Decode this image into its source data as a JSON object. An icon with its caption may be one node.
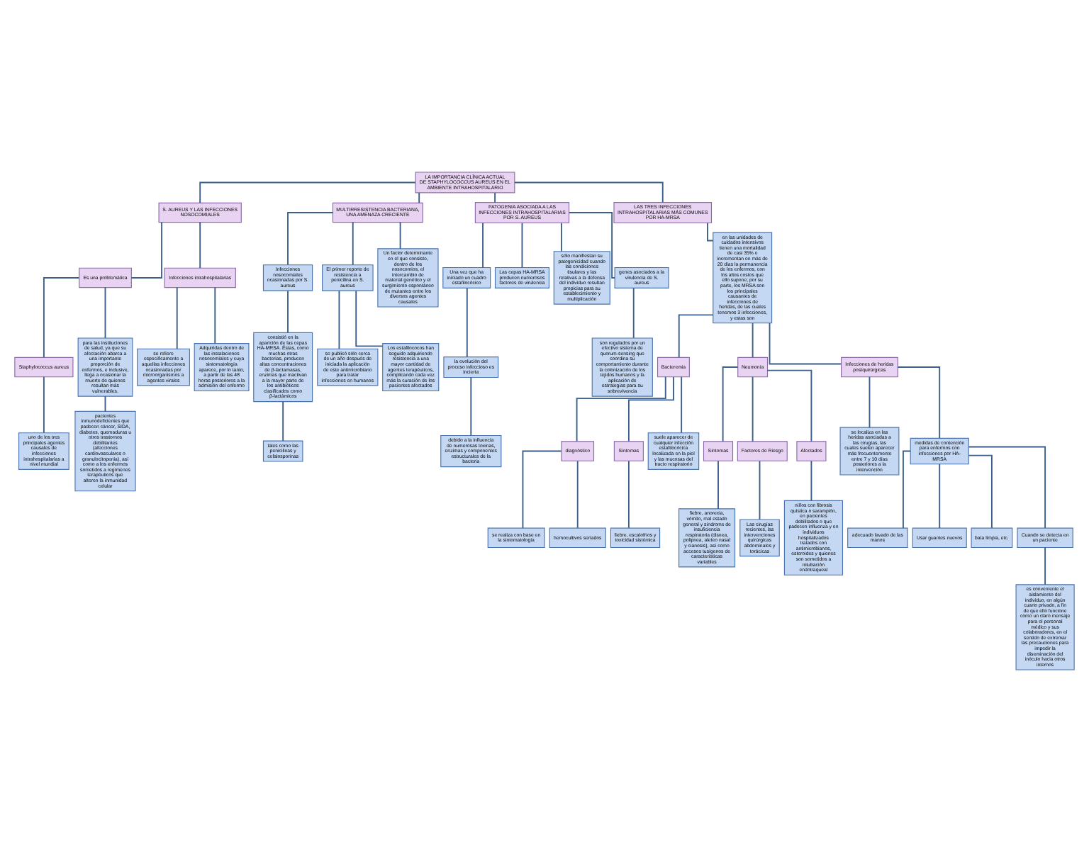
{
  "diagram": {
    "nodes": [
      {
        "text": [
          "LA IMPORTANCIA CLÍNICA ACTUAL DE STAPHYLOCOCCUS AUREUS EN EL AMBIENTE INTRAHOSPITALARIO"
        ]
      },
      {
        "text": [
          "S. AUREUS Y LAS INFECCIONES NOSOCOMIALES"
        ]
      },
      {
        "text": [
          "MULTIRRESISTENCIA BACTERIANA, UNA AMENAZA CRECIENTE"
        ]
      },
      {
        "text": [
          "PATOGENIA ASOCIADA A LAS INFECCIONES INTRAHOSPITALARIAS POR S. AUREUS"
        ]
      },
      {
        "text": [
          "LAS TRES INFECCIONES INTRAHOSPITALARIAS MÁS COMUNES POR HA-MRSA"
        ]
      },
      {
        "text": [
          "Es una problemática"
        ]
      },
      {
        "text": [
          "Infecciones intrahospitalarias"
        ]
      },
      {
        "text": [
          "Staphylococcus aureus"
        ]
      },
      {
        "text": [
          "para las instituciones de salud, ya que su afectación abarca a una importante proporción de enfermos, e inclusive, llega a ocasionar la muerte de quienes resultan más vulnerables."
        ]
      },
      {
        "text": [
          "uno de los tres principales agentes causales de infecciones intrahospitalarias a nivel mundial"
        ]
      },
      {
        "text": [
          "pacientes inmunodeficientes que padecen cáncer, SIDA, diabetes, quemaduras u otros trastornos debilitantes (afecciones cardiovasculares o granulocitopenia), así como a los enfermos sometidos a regímenes terapéuticos que alteren la inmunidad celular"
        ]
      },
      {
        "text": [
          "se refiere específicamente a aquellas infecciones ocasionadas por microorganismos a agentes virales"
        ]
      },
      {
        "text": [
          "Adquiridas dentro de las instalaciones nosocomiales y cuya sintomatología aparece, por lo tanto, a partir de las 48 horas posteriores a la admisión del enfermo"
        ]
      },
      {
        "text": [
          "Infecciones nosocomiales ocasionadas por S. aureus"
        ]
      },
      {
        "text": [
          "consistió en la aparición de las cepas HA-MRSA. Éstas, como muchas otras bacterias, producen altas concentraciones de β-lactamasas, enzimas que inactivan a la mayor parte de los antibióticos clasificados como β-lactámicos"
        ]
      },
      {
        "text": [
          "tales como las penicilinas y cefalosporinas"
        ]
      },
      {
        "text": [
          "El primer reporte de resistencia a penicilina en S. aureus"
        ]
      },
      {
        "text": [
          "se publicó sólo cerca de un año después de iniciada la aplicación de este antimicrobiano para tratar infecciones en humanos"
        ]
      },
      {
        "text": [
          "Los estafilococos han seguido adquiriendo resistencia a una mayor cantidad de agentes terapéuticos, complicando cada vez más la curación de los pacientes afectados"
        ]
      },
      {
        "text": [
          "Un factor determinante en el que consiste, dentro de los nosocomios, el intercambio de material genético y el surgimiento espontáneo de mutantes entre los diversos agentes causales"
        ]
      },
      {
        "text": [
          "Una vez que ha iniciado un cuadro estafilocócico"
        ]
      },
      {
        "text": [
          "la evolución del proceso infeccioso es incierta"
        ]
      },
      {
        "text": [
          "debido a la influencia de numerosas toxinas, enzimas y componentes estructurales de la bacteria"
        ]
      },
      {
        "text": [
          "Las cepas HA-MRSA producen numerosos factores de virulencia"
        ]
      },
      {
        "text": [
          "sólo manifiestan su patogenicidad cuando las condiciones tisulares y las relativas a la defensa del individuo resultan propicias para su establecimiento y multiplicación"
        ]
      },
      {
        "text": [
          "genes asociados a la virulencia de S. aureus"
        ]
      },
      {
        "text": [
          "son regulados por un efectivo sistema de quorum-sensing que coordina su comportamiento durante la colonización de los tejidos humanos y la aplicación de estrategias para su sobrevivencia"
        ]
      },
      {
        "text": [
          "en las unidades de cuidados intensivos tienen una mortalidad de casi 35% e incrementan en más de 20 días la permanencia de los enfermos, con los altos costos que ello supone; por su parte, los MRSA son los principales causantes de infecciones de heridas, de las cuales tenemos 3 infecciones, y estas son"
        ]
      },
      {
        "text": [
          "Bacteremia"
        ]
      },
      {
        "text": [
          "Neumonía"
        ]
      },
      {
        "text": [
          "Infecciones de heridas postquirúrgicas"
        ]
      },
      {
        "text": [
          "diagnóstico"
        ]
      },
      {
        "text": [
          "Síntomas"
        ]
      },
      {
        "text": [
          "suele aparecer de cualquier infección estafilocócica localizada en la piel y las mucosas del tracto respiratorio"
        ]
      },
      {
        "text": [
          "se realiza con base en la sintomatología"
        ]
      },
      {
        "text": [
          "hemocultivos seriados"
        ]
      },
      {
        "text": [
          "fiebre, escalofríos y toxicidad sistémica"
        ]
      },
      {
        "text": [
          "Síntomas"
        ]
      },
      {
        "text": [
          "Factores de Riesgo"
        ]
      },
      {
        "text": [
          "Afectados"
        ]
      },
      {
        "text": [
          "fiebre, anorexia, vómito, mal estado general y síndrome de insuficiencia respiratoria (disnea, polipnea, aleteo nasal y cianosis), así como accesos tusígenos de características variables"
        ]
      },
      {
        "text": [
          "Las cirugías recientes, las intervenciones quirúrgicas abdominales y torácicas"
        ]
      },
      {
        "text": [
          "niños con fibrosis quística o sarampión, en pacientes debilitados o que padecen influenza y en individuos hospitalizados tratados con antimicrobianos, esteroides y quienes son sometidos a intubación endotraqueal"
        ]
      },
      {
        "text": [
          "se localiza en las heridas asociadas a las cirugías, las cuales suelen aparecer más frecuentemente entre 7 y 10 días posteriores a la intervención"
        ]
      },
      {
        "text": [
          "medidas de contención para enfermos con infecciones por HA-MRSA"
        ]
      },
      {
        "text": [
          "adecuado lavado de las manos"
        ]
      },
      {
        "text": [
          "Usar guantes nuevos"
        ]
      },
      {
        "text": [
          "bata limpia, etc."
        ]
      },
      {
        "text": [
          "Cuando se detecta en un paciente"
        ]
      },
      {
        "text": [
          "es conveniente el aislamiento del individuo, en algún cuarto privado, a fin de que ello funcione como un claro mensaje para el personal médico y sus colaboradores, en el sentido de extremar las precauciones para impedir la diseminación del inóculo hacia otros internos"
        ]
      }
    ],
    "edges": [
      {
        "from": 0,
        "to": 1,
        "arrow": "none"
      },
      {
        "from": 0,
        "to": 2,
        "arrow": "none"
      },
      {
        "from": 0,
        "to": 3,
        "arrow": "none"
      },
      {
        "from": 0,
        "to": 4,
        "arrow": "none"
      },
      {
        "from": 1,
        "to": 5,
        "arrow": "none"
      },
      {
        "from": 1,
        "to": 6,
        "arrow": "none"
      },
      {
        "from": 5,
        "to": 7,
        "arrow": "none"
      },
      {
        "from": 5,
        "to": 8,
        "arrow": "none"
      },
      {
        "from": 7,
        "to": 9,
        "arrow": "none"
      },
      {
        "from": 8,
        "to": 10,
        "arrow": "none"
      },
      {
        "from": 6,
        "to": 11,
        "arrow": "none"
      },
      {
        "from": 6,
        "to": 12,
        "arrow": "none"
      },
      {
        "from": 2,
        "to": 13,
        "arrow": "none"
      },
      {
        "from": 2,
        "to": 16,
        "arrow": "none"
      },
      {
        "from": 2,
        "to": 19,
        "arrow": "none"
      },
      {
        "from": 13,
        "to": 14,
        "arrow": "none"
      },
      {
        "from": 14,
        "to": 15,
        "arrow": "none"
      },
      {
        "from": 16,
        "to": 17,
        "arrow": "none"
      },
      {
        "from": 16,
        "to": 18,
        "arrow": "none"
      },
      {
        "from": 3,
        "to": 20,
        "arrow": "none"
      },
      {
        "from": 3,
        "to": 23,
        "arrow": "none"
      },
      {
        "from": 3,
        "to": 24,
        "arrow": "none"
      },
      {
        "from": 3,
        "to": 25,
        "arrow": "none"
      },
      {
        "from": 20,
        "to": 21,
        "arrow": "none"
      },
      {
        "from": 21,
        "to": 22,
        "arrow": "none"
      },
      {
        "from": 25,
        "to": 26,
        "arrow": "none"
      },
      {
        "from": 4,
        "to": 27,
        "arrow": "none"
      },
      {
        "from": 27,
        "to": 28,
        "arrow": "none"
      },
      {
        "from": 27,
        "to": 29,
        "arrow": "none"
      },
      {
        "from": 27,
        "to": 30,
        "arrow": "none"
      },
      {
        "from": 28,
        "to": 31,
        "arrow": "none"
      },
      {
        "from": 28,
        "to": 32,
        "arrow": "none"
      },
      {
        "from": 28,
        "to": 33,
        "arrow": "none"
      },
      {
        "from": 31,
        "to": 34,
        "arrow": "none"
      },
      {
        "from": 31,
        "to": 35,
        "arrow": "none"
      },
      {
        "from": 32,
        "to": 36,
        "arrow": "none"
      },
      {
        "from": 29,
        "to": 37,
        "arrow": "none"
      },
      {
        "from": 29,
        "to": 38,
        "arrow": "none"
      },
      {
        "from": 29,
        "to": 39,
        "arrow": "none"
      },
      {
        "from": 37,
        "to": 40,
        "arrow": "none"
      },
      {
        "from": 38,
        "to": 41,
        "arrow": "none"
      },
      {
        "from": 39,
        "to": 42,
        "arrow": "none"
      },
      {
        "from": 30,
        "to": 43,
        "arrow": "none"
      },
      {
        "from": 30,
        "to": 44,
        "arrow": "none"
      },
      {
        "from": 44,
        "to": 45,
        "arrow": "none"
      },
      {
        "from": 44,
        "to": 46,
        "arrow": "none"
      },
      {
        "from": 44,
        "to": 47,
        "arrow": "none"
      },
      {
        "from": 44,
        "to": 48,
        "arrow": "none"
      },
      {
        "from": 48,
        "to": 49,
        "arrow": "none"
      }
    ]
  }
}
